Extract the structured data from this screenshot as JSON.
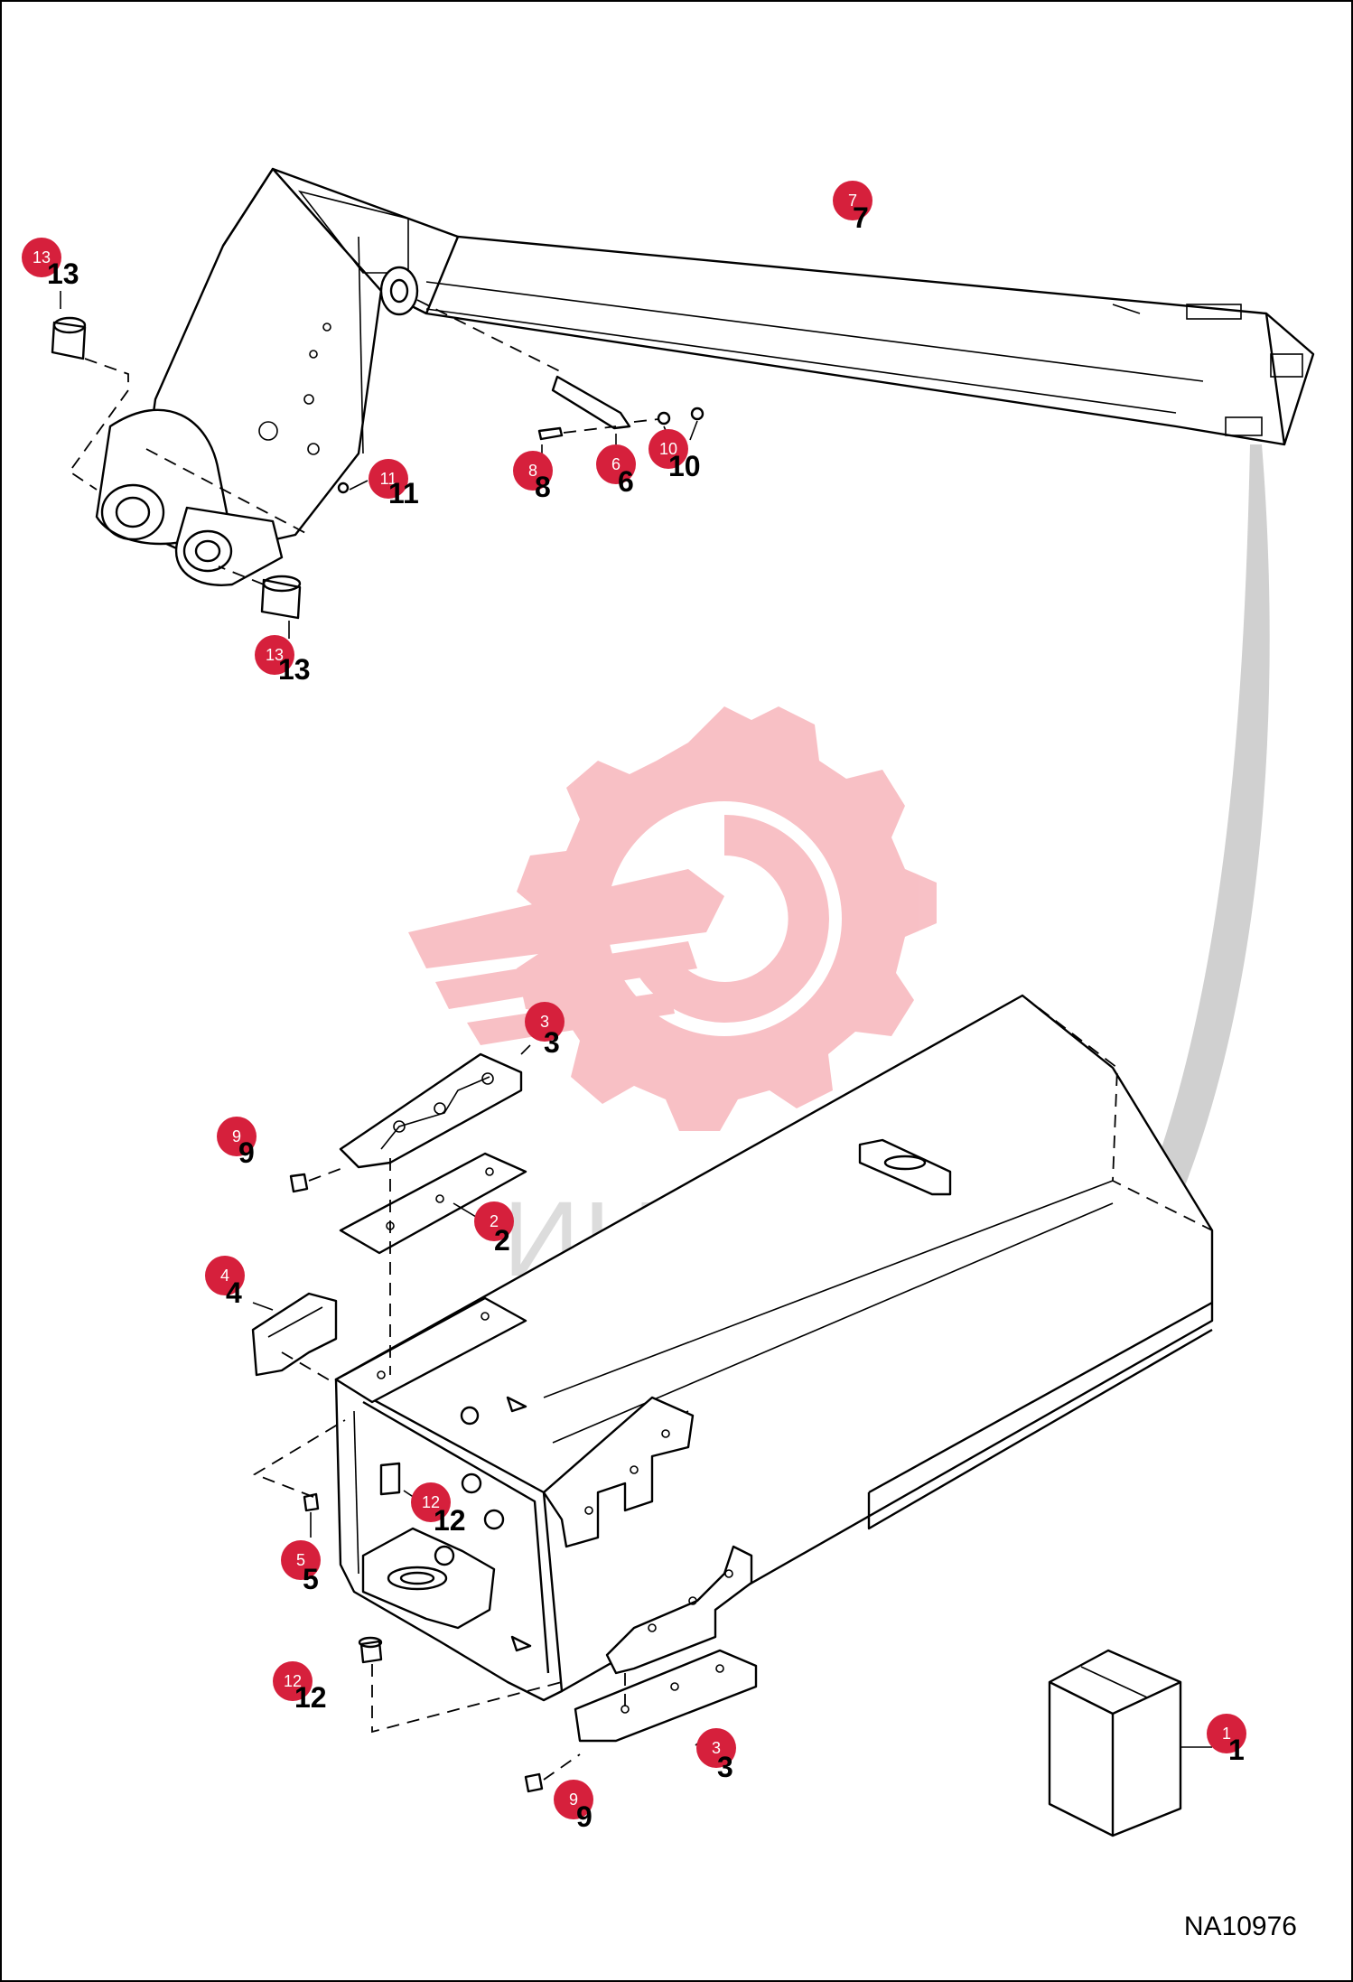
{
  "drawing": {
    "code": "NA10976",
    "watermark_text": "ИНТЕХ",
    "colors": {
      "callout": "#d6203c",
      "watermark_gear": "#f7b6bc",
      "watermark_text": "#dcdcdc",
      "arrow": "#d0d0d0",
      "line": "#000000"
    }
  },
  "callouts": [
    {
      "label": "13"
    },
    {
      "label": "13"
    },
    {
      "label": "11"
    },
    {
      "label": "7"
    },
    {
      "label": "8"
    },
    {
      "label": "6"
    },
    {
      "label": "10"
    },
    {
      "label": "3"
    },
    {
      "label": "9"
    },
    {
      "label": "2"
    },
    {
      "label": "4"
    },
    {
      "label": "12"
    },
    {
      "label": "5"
    },
    {
      "label": "12"
    },
    {
      "label": "3"
    },
    {
      "label": "9"
    },
    {
      "label": "1"
    }
  ],
  "part_numbers": [
    {
      "label": "13"
    },
    {
      "label": "13"
    },
    {
      "label": "11"
    },
    {
      "label": "7"
    },
    {
      "label": "8"
    },
    {
      "label": "6"
    },
    {
      "label": "10"
    },
    {
      "label": "3"
    },
    {
      "label": "9"
    },
    {
      "label": "2"
    },
    {
      "label": "4"
    },
    {
      "label": "12"
    },
    {
      "label": "5"
    },
    {
      "label": "12"
    },
    {
      "label": "3"
    },
    {
      "label": "9"
    },
    {
      "label": "1"
    }
  ]
}
